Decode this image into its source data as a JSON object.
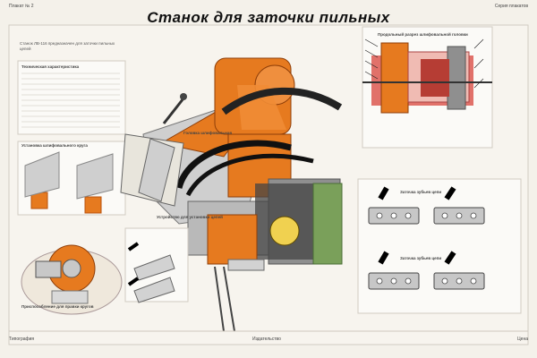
{
  "header": {
    "left": "Плакат № 2",
    "right": "Серия плакатов",
    "title": "Станок для заточки пильных цепей ЛВ-116"
  },
  "intro": "Станок ЛВ-116 предназначен для заточки пильных цепей",
  "labels": {
    "zone_top_left": "Техническая характеристика",
    "zone_mid_left": "Установка шлифовального круга",
    "zone_bottom_left": "Приспособление для правки кругов",
    "zone_top_right": "Продольный разрез шлифовальной головки",
    "zone_right_a": "Заточка зубьев цепи",
    "zone_right_b": "Заточка зубьев цепи",
    "callout_a": "Головка шлифовальная",
    "callout_b": "Устройство для установки цепей"
  },
  "footer": {
    "left": "Типография",
    "center": "Издательство",
    "right": "Цена"
  },
  "colors": {
    "orange": "#e67a1f",
    "dark_orange": "#b8520d",
    "red": "#d2281f",
    "green": "#7aa05a",
    "dark": "#222222",
    "gray": "#bdbdbd"
  }
}
